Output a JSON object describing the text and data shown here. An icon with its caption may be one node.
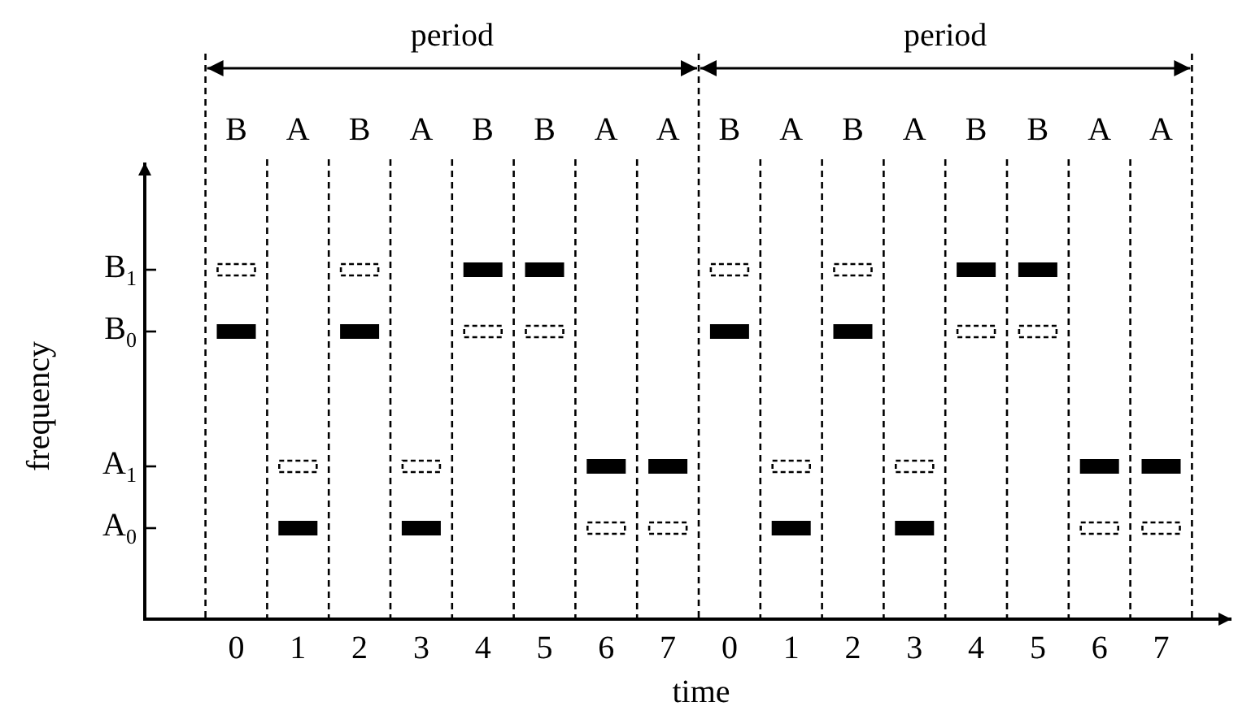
{
  "diagram": {
    "labels": [
      "period",
      "period",
      "B",
      "A",
      "B",
      "A",
      "B",
      "B",
      "A",
      "A",
      "B",
      "A",
      "B",
      "A",
      "B",
      "B",
      "A",
      "A",
      "B$_{1}$",
      "B$_{0}$",
      "A$_{1}$",
      "A$_{0}$",
      "frequency",
      "0",
      "1",
      "2",
      "3",
      "4",
      "5",
      "6",
      "7",
      "0",
      "1",
      "2",
      "3",
      "4",
      "5",
      "6",
      "7",
      "time"
    ]
  }
}
